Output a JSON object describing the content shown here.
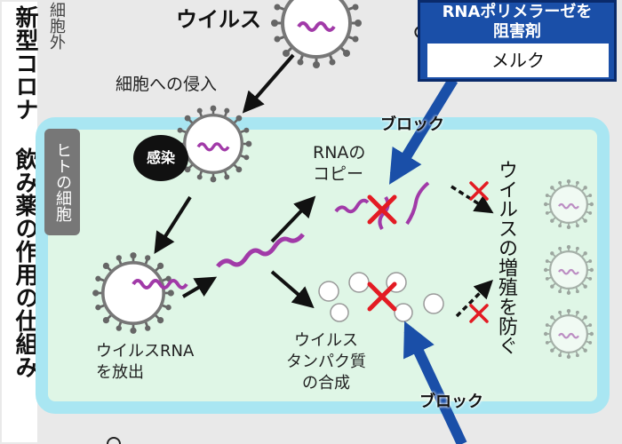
{
  "title": "新型コロナ 飲み薬の作用の仕組み",
  "labels": {
    "outside_cell": "細胞外",
    "virus": "ウイルス",
    "cell_entry": "細胞への侵入",
    "infection": "感染",
    "human_cell": "ヒトの細胞",
    "rna_copy_line1": "RNAの",
    "rna_copy_line2": "コピー",
    "release_line1": "ウイルスRNA",
    "release_line2": "を放出",
    "protein_line1": "ウイルス",
    "protein_line2": "タンパク質",
    "protein_line3": "の合成",
    "prevent": "ウイルスの増殖を防ぐ",
    "block": "ブロック"
  },
  "drug": {
    "heading_line1": "RNAポリメラーゼを",
    "heading_line2": "阻害剤",
    "name": "メルク"
  },
  "colors": {
    "cell_fill": "#dff6e6",
    "cell_border": "#a9e6f2",
    "drug_blue": "#1a4fa8",
    "rna": "#a13aa8",
    "cross": "#e31b23"
  }
}
